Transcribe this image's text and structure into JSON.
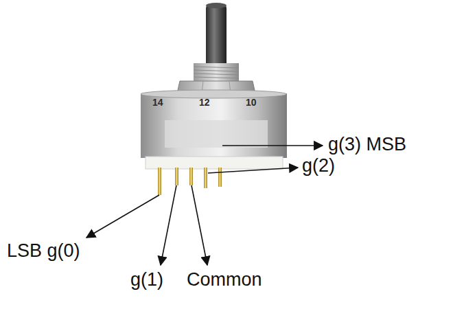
{
  "diagram": {
    "labels": [
      "14",
      "12",
      "10",
      "g(3) MSB",
      "g(2)",
      "LSB g(0)",
      "g(1)",
      "Common"
    ]
  }
}
